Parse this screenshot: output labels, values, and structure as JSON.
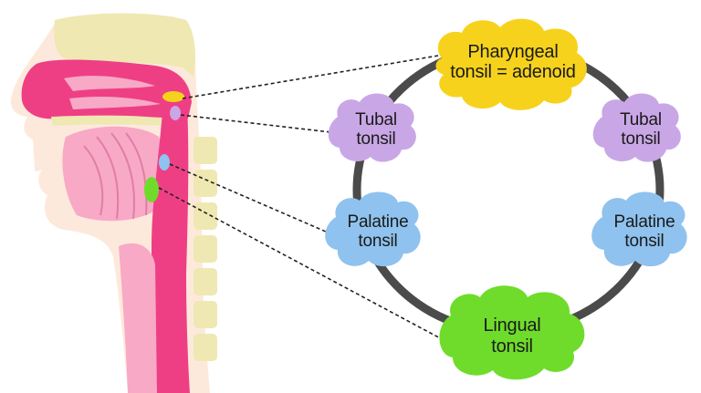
{
  "colors": {
    "ring": "#4b4b4b",
    "leader_line": "#222222",
    "pharyngeal": "#f6d21c",
    "tubal": "#c9a7e6",
    "palatine": "#8fc2ee",
    "lingual": "#6fdc2c",
    "tissue_pink": "#ee3f85",
    "tissue_light_pink": "#f8a9c6",
    "bone": "#efe8b2",
    "skin": "#fde9dc"
  },
  "nodes": {
    "pharyngeal": {
      "line1": "Pharyngeal",
      "line2": "tonsil = adenoid"
    },
    "tubal_left": {
      "line1": "Tubal",
      "line2": "tonsil"
    },
    "tubal_right": {
      "line1": "Tubal",
      "line2": "tonsil"
    },
    "palatine_left": {
      "line1": "Palatine",
      "line2": "tonsil"
    },
    "palatine_right": {
      "line1": "Palatine",
      "line2": "tonsil"
    },
    "lingual": {
      "line1": "Lingual",
      "line2": "tonsil"
    }
  }
}
